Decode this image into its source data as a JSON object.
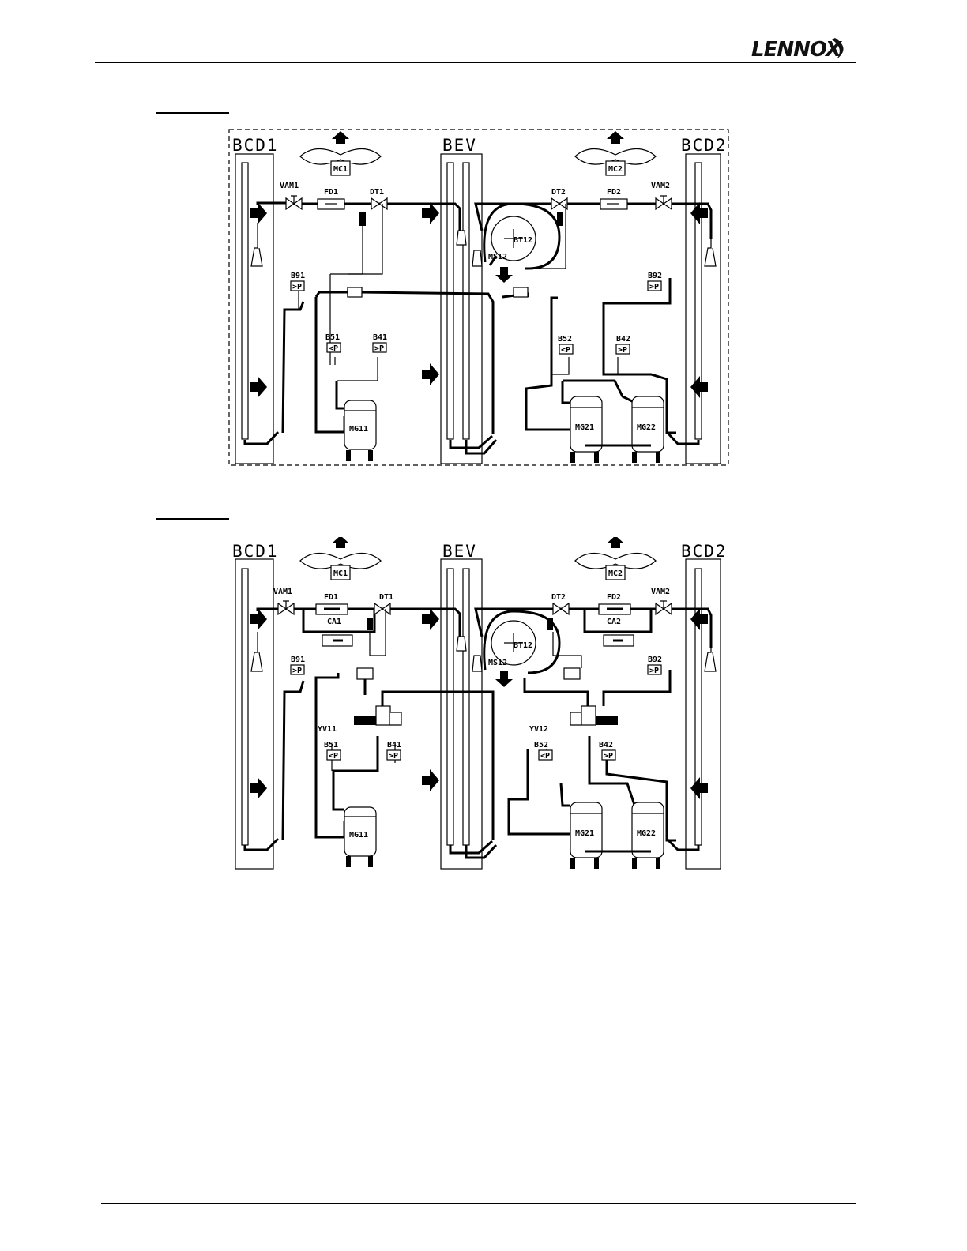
{
  "header": {
    "logo_text": "LENNOX"
  },
  "diagrams": [
    {
      "coil_left": "BCD1",
      "coil_middle": "BEV",
      "coil_right": "BCD2",
      "fan_motor_left": "MC1",
      "fan_motor_right": "MC2",
      "service_valve_left": "VAM1",
      "service_valve_right": "VAM2",
      "filter_drier_left": "FD1",
      "filter_drier_right": "FD2",
      "expansion_valve_left": "DT1",
      "expansion_valve_right": "DT2",
      "blower_sensor": "BT12",
      "blower_motor": "MS12",
      "pressure_sensor_hp_left": "B91",
      "pressure_sensor_hp_right": "B92",
      "pressure_switch_lp_left": "B51",
      "pressure_switch_hp_left": "B41",
      "pressure_switch_lp_right": "B52",
      "pressure_switch_hp_right": "B42",
      "compressor_left": "MG11",
      "compressor_right_1": "MG21",
      "compressor_right_2": "MG22",
      "symbol_lp": "<P",
      "symbol_hp": ">P"
    },
    {
      "coil_left": "BCD1",
      "coil_middle": "BEV",
      "coil_right": "BCD2",
      "fan_motor_left": "MC1",
      "fan_motor_right": "MC2",
      "service_valve_left": "VAM1",
      "service_valve_right": "VAM2",
      "filter_drier_left": "FD1",
      "filter_drier_right": "FD2",
      "expansion_valve_left": "DT1",
      "expansion_valve_right": "DT2",
      "check_assembly_left": "CA1",
      "check_assembly_right": "CA2",
      "reversing_valve_left": "YV11",
      "reversing_valve_right": "YV12",
      "blower_sensor": "BT12",
      "blower_motor": "MS12",
      "pressure_sensor_hp_left": "B91",
      "pressure_sensor_hp_right": "B92",
      "pressure_switch_lp_left": "B51",
      "pressure_switch_hp_left": "B41",
      "pressure_switch_lp_right": "B52",
      "pressure_switch_hp_right": "B42",
      "compressor_left": "MG11",
      "compressor_right_1": "MG21",
      "compressor_right_2": "MG22",
      "symbol_lp": "<P",
      "symbol_hp": ">P"
    }
  ]
}
